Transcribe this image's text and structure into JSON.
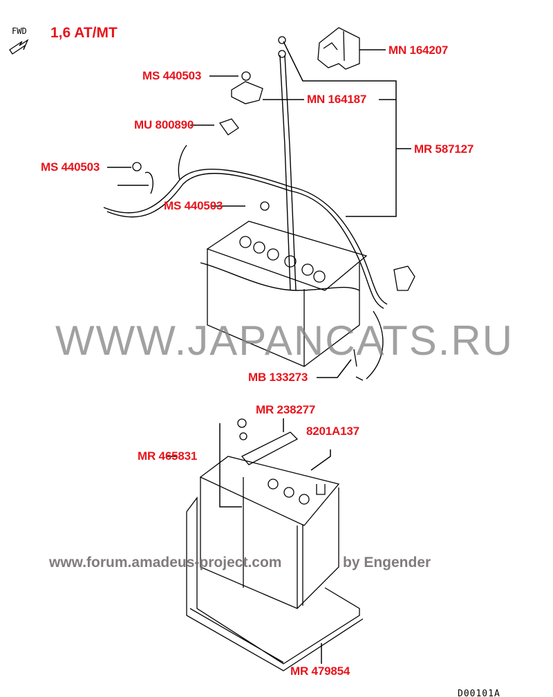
{
  "header": {
    "fwd_label": "FWD",
    "variant": "1,6 AT/MT"
  },
  "parts": [
    {
      "id": "mn164207",
      "label": "MN 164207"
    },
    {
      "id": "ms440503a",
      "label": "MS 440503"
    },
    {
      "id": "mn164187",
      "label": "MN 164187"
    },
    {
      "id": "mu800890",
      "label": "MU 800890"
    },
    {
      "id": "mr587127",
      "label": "MR 587127"
    },
    {
      "id": "ms440503b",
      "label": "MS 440503"
    },
    {
      "id": "ms440503c",
      "label": "MS 440503"
    },
    {
      "id": "mb133273",
      "label": "MB 133273"
    },
    {
      "id": "mr238277",
      "label": "MR 238277"
    },
    {
      "id": "8201a137",
      "label": "8201A137"
    },
    {
      "id": "mr465831",
      "label": "MR 465831"
    },
    {
      "id": "mr479854",
      "label": "MR 479854"
    }
  ],
  "watermarks": {
    "site": "WWW.JAPANCATS.RU",
    "forum": "www.forum.amadeus-project.com",
    "author": "by Engender"
  },
  "diagram_code": "D00101A"
}
